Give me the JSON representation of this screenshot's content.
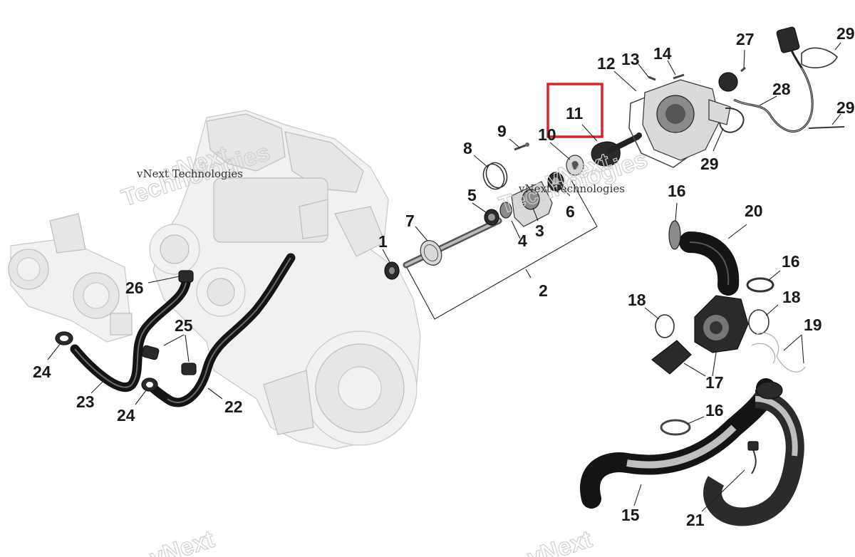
{
  "watermark": {
    "line1": "vNext Technologies",
    "line2_a": "vNext",
    "line2_b": "Technologies",
    "footer_a": "vNext",
    "footer_b": "vNext"
  },
  "highlight": {
    "color": "#e0202a",
    "part": "11"
  },
  "callouts": {
    "c1": "1",
    "c2": "2",
    "c3": "3",
    "c4": "4",
    "c5": "5",
    "c6": "6",
    "c7": "7",
    "c8": "8",
    "c9": "9",
    "c10": "10",
    "c11": "11",
    "c12": "12",
    "c13": "13",
    "c14": "14",
    "c15": "15",
    "c16a": "16",
    "c16b": "16",
    "c16c": "16",
    "c17": "17",
    "c18a": "18",
    "c18b": "18",
    "c19": "19",
    "c20": "20",
    "c21": "21",
    "c22": "22",
    "c23": "23",
    "c24a": "24",
    "c24b": "24",
    "c25": "25",
    "c26": "26",
    "c27": "27",
    "c28": "28",
    "c29a": "29",
    "c29b": "29",
    "c29c": "29"
  }
}
